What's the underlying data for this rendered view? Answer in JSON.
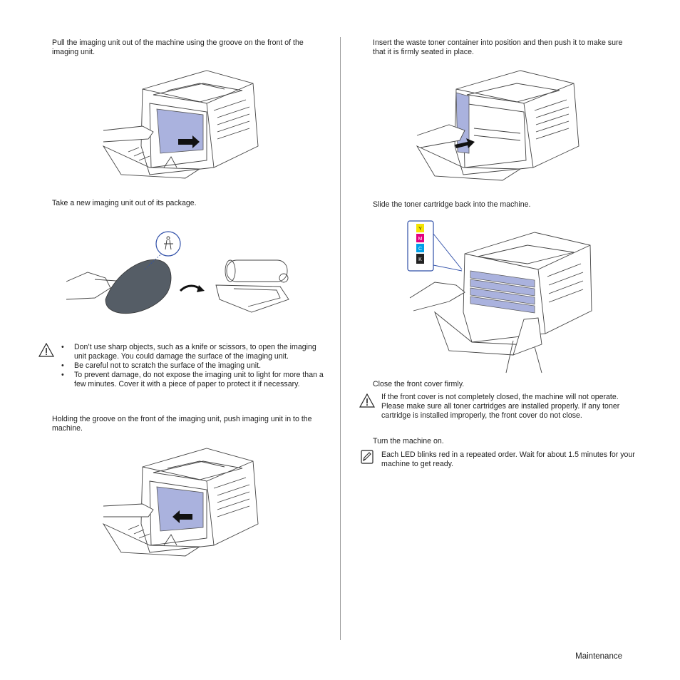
{
  "left": {
    "step_pull": "Pull the imaging unit out of the machine using the groove on the front of the imaging unit.",
    "step_take_new": "Take a new imaging unit out of its package.",
    "caution_items": [
      "Don’t use sharp objects, such as a knife or scissors, to open the imaging unit package. You could damage the surface of the imaging unit.",
      "Be careful not to scratch the surface of the imaging unit.",
      "To prevent damage, do not expose the imaging unit to light for more than a few minutes. Cover it with a piece of paper to protect it if necessary."
    ],
    "step_push": "Holding the groove on the front of the imaging unit, push imaging unit in to the machine."
  },
  "right": {
    "step_insert_waste": "Insert the waste toner container into position and then push it to make sure that it is firmly seated in place.",
    "step_slide_toner": "Slide the toner cartridge back into the machine.",
    "toner_labels": [
      "Y",
      "M",
      "C",
      "K"
    ],
    "toner_colors": [
      "#f5e400",
      "#e4007f",
      "#00a0e9",
      "#222222"
    ],
    "step_close": "Close the front cover firmly.",
    "caution_cover": "If the front cover is not completely closed, the machine will not operate. Please make sure all toner cartridges are installed properly. If any toner cartridge is installed improperly, the front cover do not close.",
    "step_turn_on": "Turn the machine on.",
    "note_led": "Each LED blinks red in a repeated order. Wait for about 1.5 minutes for your machine to get ready."
  },
  "footer": {
    "section": "Maintenance"
  },
  "colors": {
    "imaging_unit": "#aab2de",
    "accent_blue": "#2f4fa8"
  }
}
